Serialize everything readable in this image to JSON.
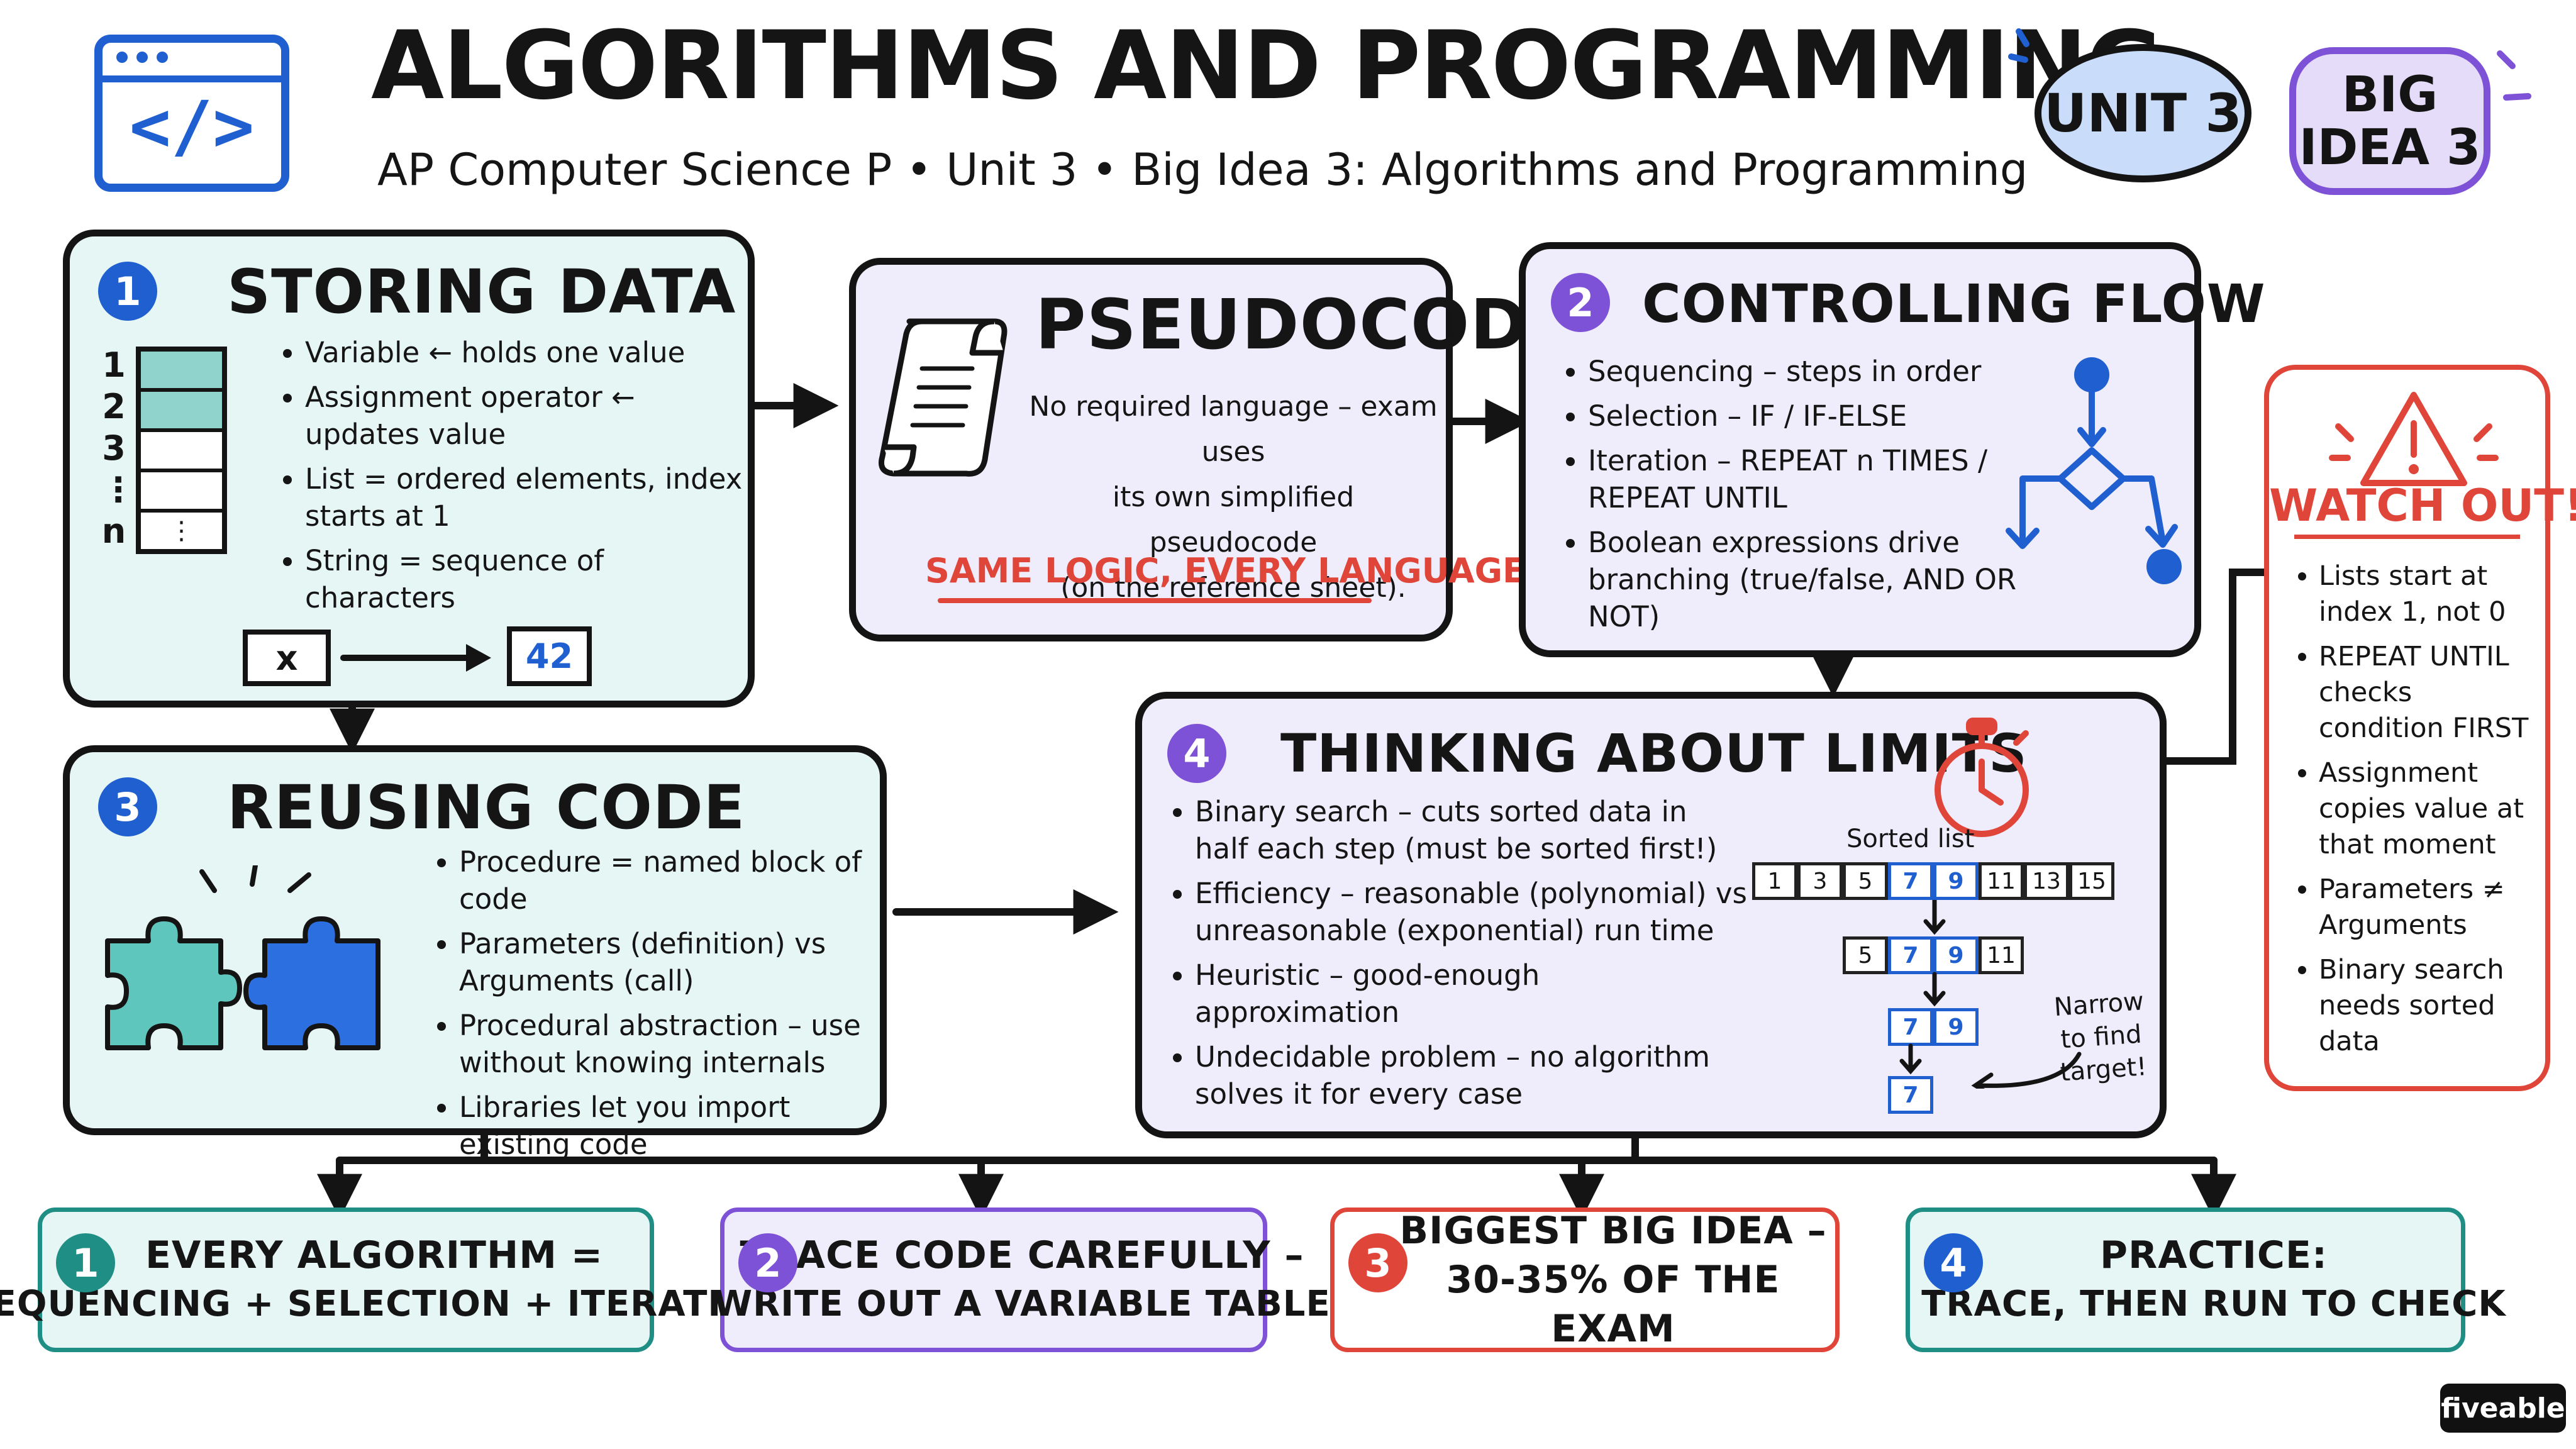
{
  "header": {
    "title": "ALGORITHMS AND PROGRAMMING",
    "subtitle": "AP Computer Science P • Unit 3 • Big Idea 3: Algorithms and Programming",
    "badge_unit": "UNIT 3",
    "badge_bigidea_line1": "BIG",
    "badge_bigidea_line2": "IDEA 3",
    "logo_icon": "code-window-icon",
    "code_glyph": "</>"
  },
  "storing": {
    "number": "1",
    "title": "STORING DATA",
    "index_labels": [
      "1",
      "2",
      "3",
      "⋮",
      "n"
    ],
    "bullets": [
      "Variable ← holds one value",
      "Assignment operator ← updates value",
      "List = ordered elements, index starts at 1",
      "String = sequence of characters"
    ],
    "var_name": "x",
    "var_value": "42"
  },
  "pseudocode": {
    "title": "PSEUDOCODE",
    "line1": "No required language – exam uses",
    "line2": "its own simplified pseudocode",
    "line3": "(on the reference sheet).",
    "tagline": "SAME LOGIC, EVERY LANGUAGE.",
    "icon": "scroll-icon"
  },
  "control": {
    "number": "2",
    "title": "CONTROLLING FLOW",
    "bullets": [
      "Sequencing – steps in order",
      "Selection – IF / IF-ELSE",
      "Iteration – REPEAT n TIMES / REPEAT UNTIL",
      "Boolean expressions drive branching (true/false, AND OR NOT)"
    ],
    "icon": "flowchart-icon"
  },
  "reusing": {
    "number": "3",
    "title": "REUSING CODE",
    "bullets": [
      "Procedure = named block of code",
      "Parameters (definition) vs Arguments (call)",
      "Procedural abstraction – use without knowing internals",
      "Libraries let you import existing code"
    ],
    "icon": "puzzle-pieces-icon"
  },
  "limits": {
    "number": "4",
    "title": "THINKING ABOUT LIMITS",
    "bullets": [
      "Binary search – cuts sorted data in half each step (must be sorted first!)",
      "Efficiency – reasonable (polynomial) vs unreasonable (exponential) run time",
      "Heuristic – good-enough approximation",
      "Undecidable problem – no algorithm solves it for every case"
    ],
    "sorted_label": "Sorted list",
    "rows": [
      [
        "1",
        "3",
        "5",
        "7",
        "9",
        "11",
        "13",
        "15"
      ],
      [
        "5",
        "7",
        "9",
        "11"
      ],
      [
        "7",
        "9"
      ],
      [
        "7"
      ]
    ],
    "note_line1": "Narrow",
    "note_line2": "to find",
    "note_line3": "target!",
    "icon": "stopwatch-icon"
  },
  "watch": {
    "title": "WATCH OUT!",
    "bullets": [
      "Lists start at index 1, not 0",
      "REPEAT UNTIL checks condition FIRST",
      "Assignment copies value at that moment",
      "Parameters ≠ Arguments",
      "Binary search needs sorted data"
    ],
    "icon": "warning-triangle-icon"
  },
  "takeaways": [
    {
      "number": "1",
      "line1": "EVERY ALGORITHM =",
      "line2": "SEQUENCING + SELECTION + ITERATION"
    },
    {
      "number": "2",
      "line1": "TRACE CODE CAREFULLY –",
      "line2": "WRITE OUT A VARIABLE TABLE"
    },
    {
      "number": "3",
      "line1": "BIGGEST BIG IDEA –",
      "line2": "30-35% OF THE EXAM"
    },
    {
      "number": "4",
      "line1": "PRACTICE:",
      "line2": "TRACE, THEN RUN TO CHECK"
    }
  ],
  "brand": "fiveable",
  "colors": {
    "blue": "#1f5fd0",
    "purple": "#7e52d6",
    "teal": "#1f8f86",
    "red": "#e0453a",
    "teal_bg": "#e6f6f4",
    "purple_bg": "#efedfb"
  }
}
